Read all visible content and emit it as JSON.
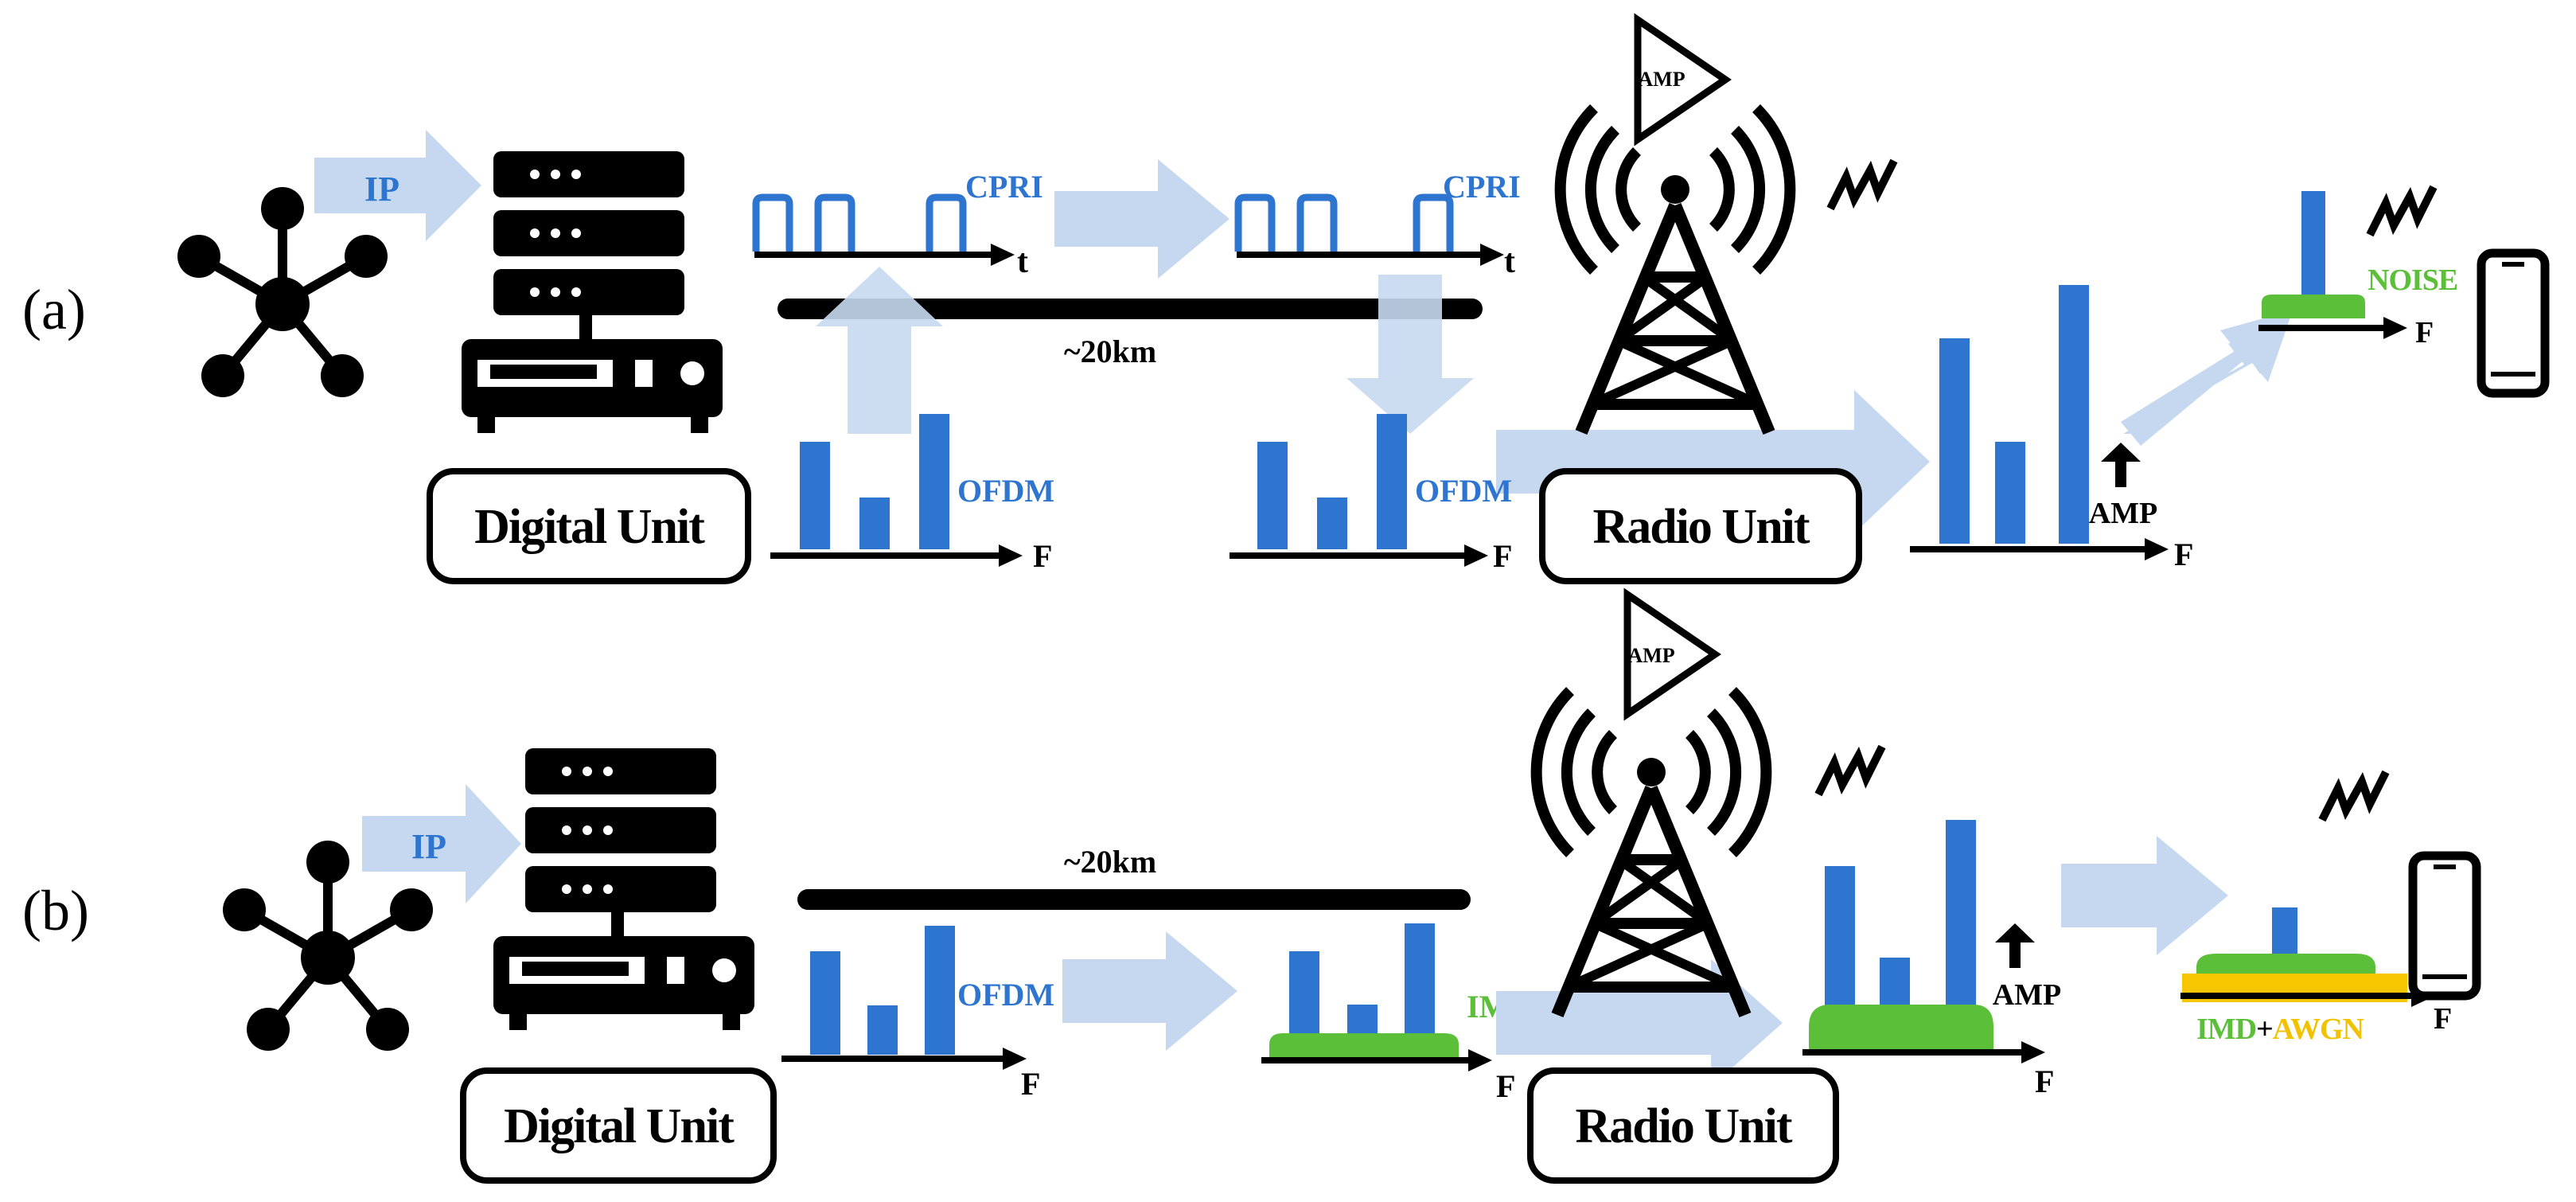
{
  "colors": {
    "signal_blue": "#2e75d0",
    "arrow_light_blue": "#c6d8f0",
    "noise_green": "#5cbf3a",
    "awgn_yellow": "#f7c600",
    "black": "#000000"
  },
  "panel_a": {
    "label": "(a)",
    "ip_label": "IP",
    "cpri_left": "CPRI",
    "cpri_right": "CPRI",
    "time_axis_left": "t",
    "time_axis_right": "t",
    "fiber_distance": "~20km",
    "ofdm_left": "OFDM",
    "ofdm_right": "OFDM",
    "freq_axis_1": "F",
    "freq_axis_2": "F",
    "freq_axis_3": "F",
    "freq_axis_4": "F",
    "digital_unit": "Digital Unit",
    "radio_unit": "Radio Unit",
    "amp_triangle": "AMP",
    "amp_arrow_label": "AMP",
    "noise_label": "NOISE"
  },
  "panel_b": {
    "label": "(b)",
    "ip_label": "IP",
    "fiber_distance": "~20km",
    "ofdm_label": "OFDM",
    "imd_label": "IMD",
    "freq_axis_1": "F",
    "freq_axis_2": "F",
    "freq_axis_3": "F",
    "freq_axis_4": "F",
    "digital_unit": "Digital Unit",
    "radio_unit": "Radio Unit",
    "amp_triangle": "AMP",
    "amp_arrow_label": "AMP",
    "imd_awgn_imd": "IMD",
    "imd_awgn_plus": "+",
    "imd_awgn_awgn": "AWGN"
  },
  "icons": {
    "network": "network-hub-icon",
    "server": "server-rack-icon",
    "tower": "radio-tower-icon",
    "wireless": "wireless-zigzag-icon",
    "phone": "smartphone-icon",
    "amplifier": "amplifier-triangle-icon"
  }
}
